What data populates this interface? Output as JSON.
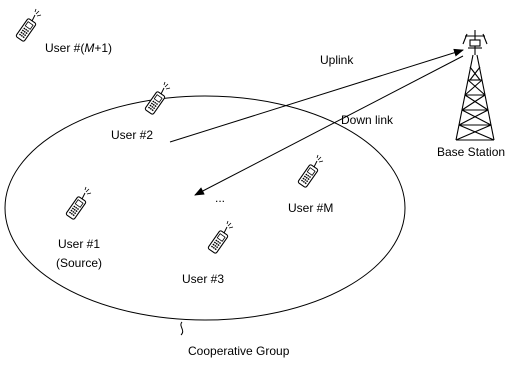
{
  "users": {
    "outside": {
      "prefix": "User #(",
      "var": "M",
      "suffix": "+1)"
    },
    "u2": "User #2",
    "um": "User #M",
    "u1": "User #1",
    "u1_sub": "(Source)",
    "u3": "User #3"
  },
  "links": {
    "uplink": "Uplink",
    "downlink": "Down link"
  },
  "base_station": "Base Station",
  "ellipsis": "...",
  "group": "Cooperative Group"
}
